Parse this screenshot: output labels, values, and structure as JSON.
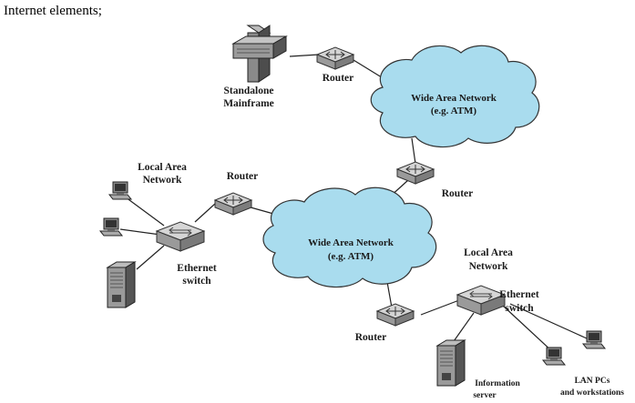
{
  "caption": "Internet elements;",
  "labels": {
    "standalone_mainframe_1": "Standalone",
    "standalone_mainframe_2": "Mainframe",
    "router_top": "Router",
    "wan_top_1": "Wide Area Network",
    "wan_top_2": "(e.g. ATM)",
    "router_mid": "Router",
    "lan_left_1": "Local Area",
    "lan_left_2": "Network",
    "router_left": "Router",
    "ethernet_left_1": "Ethernet",
    "ethernet_left_2": "switch",
    "wan_mid_1": "Wide Area Network",
    "wan_mid_2": "(e.g. ATM)",
    "lan_right_1": "Local Area",
    "lan_right_2": "Network",
    "ethernet_right_1": "Ethernet",
    "ethernet_right_2": "switch",
    "router_bottom": "Router",
    "info_server_1": "Information",
    "info_server_2": "server",
    "lan_pcs_1": "LAN PCs",
    "lan_pcs_2": "and workstations"
  },
  "colors": {
    "cloud_fill": "#a9dcee",
    "cloud_stroke": "#333333",
    "device_fill": "#c8c8c8",
    "device_dark": "#555555"
  }
}
